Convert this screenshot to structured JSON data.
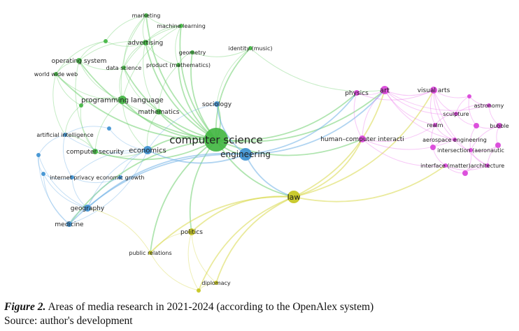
{
  "clusters": {
    "green": {
      "node": "#3fb53f",
      "edge": "#6fcf6f"
    },
    "blue": {
      "node": "#3a8fd0",
      "edge": "#6fb0e6"
    },
    "yellow": {
      "node": "#c4c41a",
      "edge": "#d8d84a"
    },
    "pink": {
      "node": "#d83fd8",
      "edge": "#ea74ea"
    }
  },
  "nodes": [
    {
      "id": "marketing",
      "label": "marketing",
      "cluster": "green"
    },
    {
      "id": "ml",
      "label": "machine learning",
      "cluster": "green"
    },
    {
      "id": "g1",
      "label": "",
      "cluster": "green"
    },
    {
      "id": "adv",
      "label": "advertising",
      "cluster": "green"
    },
    {
      "id": "geom",
      "label": "geometry",
      "cluster": "green"
    },
    {
      "id": "ident",
      "label": "identity (music)",
      "cluster": "green"
    },
    {
      "id": "os",
      "label": "operating system",
      "cluster": "green"
    },
    {
      "id": "ds",
      "label": "data science",
      "cluster": "green"
    },
    {
      "id": "prod",
      "label": "product (mathematics)",
      "cluster": "green"
    },
    {
      "id": "www",
      "label": "world wide web",
      "cluster": "green"
    },
    {
      "id": "pl",
      "label": "programming language",
      "cluster": "green"
    },
    {
      "id": "g2",
      "label": "",
      "cluster": "green"
    },
    {
      "id": "math",
      "label": "mathematics",
      "cluster": "green"
    },
    {
      "id": "sec",
      "label": "computer security",
      "cluster": "green"
    },
    {
      "id": "cs",
      "label": "computer science",
      "cluster": "green"
    },
    {
      "id": "soc",
      "label": "sociology",
      "cluster": "blue"
    },
    {
      "id": "b1",
      "label": "",
      "cluster": "blue"
    },
    {
      "id": "ai",
      "label": "artificial intelligence",
      "cluster": "blue"
    },
    {
      "id": "b2",
      "label": "",
      "cluster": "blue"
    },
    {
      "id": "econ",
      "label": "economics",
      "cluster": "blue"
    },
    {
      "id": "eng",
      "label": "engineering",
      "cluster": "blue"
    },
    {
      "id": "b3",
      "label": "",
      "cluster": "blue"
    },
    {
      "id": "priv",
      "label": "internet privacy",
      "cluster": "blue"
    },
    {
      "id": "egr",
      "label": "economic growth",
      "cluster": "blue"
    },
    {
      "id": "geo",
      "label": "geography",
      "cluster": "blue"
    },
    {
      "id": "med",
      "label": "medicine",
      "cluster": "blue"
    },
    {
      "id": "law",
      "label": "law",
      "cluster": "yellow"
    },
    {
      "id": "pol",
      "label": "politics",
      "cluster": "yellow"
    },
    {
      "id": "pr",
      "label": "public relations",
      "cluster": "yellow"
    },
    {
      "id": "dip",
      "label": "diplomacy",
      "cluster": "yellow"
    },
    {
      "id": "y1",
      "label": "",
      "cluster": "yellow"
    },
    {
      "id": "phys",
      "label": "physics",
      "cluster": "pink"
    },
    {
      "id": "art",
      "label": "art",
      "cluster": "pink"
    },
    {
      "id": "va",
      "label": "visual arts",
      "cluster": "pink"
    },
    {
      "id": "p1",
      "label": "",
      "cluster": "pink"
    },
    {
      "id": "astro",
      "label": "astronomy",
      "cluster": "pink"
    },
    {
      "id": "sculp",
      "label": "sculpture",
      "cluster": "pink"
    },
    {
      "id": "realm",
      "label": "realm",
      "cluster": "pink"
    },
    {
      "id": "p2",
      "label": "",
      "cluster": "pink"
    },
    {
      "id": "bub",
      "label": "bubble",
      "cluster": "pink"
    },
    {
      "id": "hci",
      "label": "human–computer interacti",
      "cluster": "pink"
    },
    {
      "id": "aero",
      "label": "aerospace engineering",
      "cluster": "pink"
    },
    {
      "id": "p3",
      "label": "",
      "cluster": "pink"
    },
    {
      "id": "inter",
      "label": "intersection (aeronautic",
      "cluster": "pink"
    },
    {
      "id": "p4",
      "label": "",
      "cluster": "pink"
    },
    {
      "id": "iface",
      "label": "interface (matter)",
      "cluster": "pink"
    },
    {
      "id": "arch",
      "label": "architecture",
      "cluster": "pink"
    },
    {
      "id": "p5",
      "label": "",
      "cluster": "pink"
    }
  ],
  "edges": [
    [
      "marketing",
      "adv"
    ],
    [
      "marketing",
      "ml"
    ],
    [
      "marketing",
      "ds"
    ],
    [
      "marketing",
      "cs"
    ],
    [
      "marketing",
      "pl"
    ],
    [
      "marketing",
      "g1"
    ],
    [
      "ml",
      "adv"
    ],
    [
      "ml",
      "ds"
    ],
    [
      "ml",
      "cs"
    ],
    [
      "ml",
      "prod"
    ],
    [
      "ml",
      "pl"
    ],
    [
      "g1",
      "os"
    ],
    [
      "g1",
      "adv"
    ],
    [
      "g1",
      "www"
    ],
    [
      "adv",
      "ds"
    ],
    [
      "adv",
      "cs"
    ],
    [
      "adv",
      "os"
    ],
    [
      "adv",
      "prod"
    ],
    [
      "adv",
      "math"
    ],
    [
      "geom",
      "prod"
    ],
    [
      "geom",
      "cs"
    ],
    [
      "geom",
      "ident"
    ],
    [
      "ident",
      "cs"
    ],
    [
      "ident",
      "art"
    ],
    [
      "ident",
      "soc"
    ],
    [
      "os",
      "www"
    ],
    [
      "os",
      "pl"
    ],
    [
      "os",
      "ds"
    ],
    [
      "os",
      "cs"
    ],
    [
      "os",
      "sec"
    ],
    [
      "ds",
      "cs"
    ],
    [
      "ds",
      "pl"
    ],
    [
      "ds",
      "math"
    ],
    [
      "prod",
      "math"
    ],
    [
      "prod",
      "cs"
    ],
    [
      "www",
      "pl"
    ],
    [
      "www",
      "g2"
    ],
    [
      "www",
      "ai"
    ],
    [
      "www",
      "cs"
    ],
    [
      "pl",
      "cs"
    ],
    [
      "pl",
      "math"
    ],
    [
      "pl",
      "g2"
    ],
    [
      "pl",
      "sec"
    ],
    [
      "pl",
      "econ"
    ],
    [
      "g2",
      "sec"
    ],
    [
      "g2",
      "ai"
    ],
    [
      "math",
      "cs"
    ],
    [
      "math",
      "econ"
    ],
    [
      "sec",
      "cs"
    ],
    [
      "sec",
      "econ"
    ],
    [
      "sec",
      "ai"
    ],
    [
      "cs",
      "eng"
    ],
    [
      "cs",
      "soc"
    ],
    [
      "cs",
      "econ"
    ],
    [
      "cs",
      "law"
    ],
    [
      "cs",
      "pol"
    ],
    [
      "cs",
      "pr"
    ],
    [
      "cs",
      "med"
    ],
    [
      "cs",
      "art"
    ],
    [
      "cs",
      "phys"
    ],
    [
      "cs",
      "hci"
    ],
    [
      "soc",
      "eng"
    ],
    [
      "soc",
      "econ"
    ],
    [
      "b1",
      "econ"
    ],
    [
      "b1",
      "ai"
    ],
    [
      "ai",
      "b2"
    ],
    [
      "ai",
      "econ"
    ],
    [
      "ai",
      "priv"
    ],
    [
      "b2",
      "b3"
    ],
    [
      "b2",
      "geo"
    ],
    [
      "b2",
      "med"
    ],
    [
      "b3",
      "priv"
    ],
    [
      "b3",
      "med"
    ],
    [
      "b3",
      "geo"
    ],
    [
      "econ",
      "eng"
    ],
    [
      "econ",
      "egr"
    ],
    [
      "econ",
      "geo"
    ],
    [
      "econ",
      "priv"
    ],
    [
      "eng",
      "geo"
    ],
    [
      "eng",
      "med"
    ],
    [
      "eng",
      "law"
    ],
    [
      "eng",
      "phys"
    ],
    [
      "eng",
      "art"
    ],
    [
      "priv",
      "egr"
    ],
    [
      "priv",
      "geo"
    ],
    [
      "egr",
      "geo"
    ],
    [
      "geo",
      "med"
    ],
    [
      "med",
      "econ"
    ],
    [
      "law",
      "pol"
    ],
    [
      "law",
      "dip"
    ],
    [
      "law",
      "y1"
    ],
    [
      "law",
      "pr"
    ],
    [
      "law",
      "art"
    ],
    [
      "law",
      "hci"
    ],
    [
      "law",
      "va"
    ],
    [
      "law",
      "iface"
    ],
    [
      "pol",
      "dip"
    ],
    [
      "pol",
      "y1"
    ],
    [
      "pol",
      "pr"
    ],
    [
      "pr",
      "y1"
    ],
    [
      "dip",
      "y1"
    ],
    [
      "pr",
      "geo"
    ],
    [
      "phys",
      "art"
    ],
    [
      "phys",
      "hci"
    ],
    [
      "phys",
      "va"
    ],
    [
      "art",
      "va"
    ],
    [
      "art",
      "hci"
    ],
    [
      "art",
      "sculp"
    ],
    [
      "art",
      "realm"
    ],
    [
      "art",
      "aero"
    ],
    [
      "art",
      "astro"
    ],
    [
      "va",
      "p1"
    ],
    [
      "va",
      "sculp"
    ],
    [
      "va",
      "realm"
    ],
    [
      "va",
      "aero"
    ],
    [
      "va",
      "arch"
    ],
    [
      "p1",
      "astro"
    ],
    [
      "p1",
      "sculp"
    ],
    [
      "p1",
      "p2"
    ],
    [
      "astro",
      "bub"
    ],
    [
      "astro",
      "sculp"
    ],
    [
      "sculp",
      "realm"
    ],
    [
      "sculp",
      "p2"
    ],
    [
      "realm",
      "aero"
    ],
    [
      "realm",
      "p3"
    ],
    [
      "p2",
      "bub"
    ],
    [
      "p2",
      "inter"
    ],
    [
      "bub",
      "p4"
    ],
    [
      "bub",
      "inter"
    ],
    [
      "hci",
      "aero"
    ],
    [
      "hci",
      "iface"
    ],
    [
      "hci",
      "realm"
    ],
    [
      "aero",
      "inter"
    ],
    [
      "aero",
      "p3"
    ],
    [
      "p3",
      "iface"
    ],
    [
      "inter",
      "p4"
    ],
    [
      "inter",
      "arch"
    ],
    [
      "iface",
      "arch"
    ],
    [
      "iface",
      "p5"
    ],
    [
      "arch",
      "p5"
    ],
    [
      "p4",
      "arch"
    ],
    [
      "p5",
      "inter"
    ]
  ],
  "caption": {
    "figure_label": "Figure 2.",
    "text": " Areas of media research in 2021-2024 (according to the OpenAlex system)",
    "source": "Source: author's development"
  }
}
